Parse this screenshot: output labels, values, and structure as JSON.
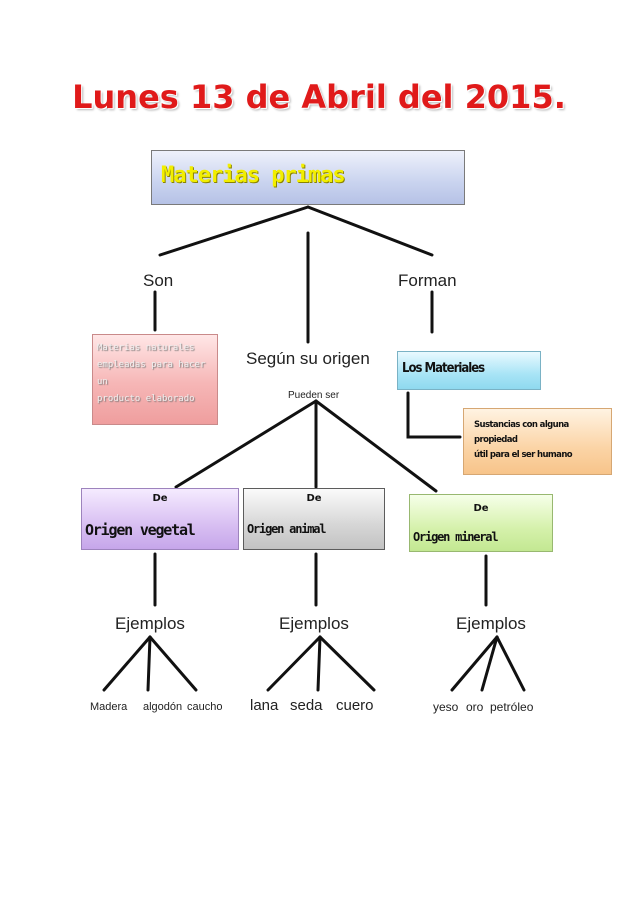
{
  "title": "Lunes 13 de Abril del 2015.",
  "main_box": {
    "text": "Materias primas"
  },
  "labels": {
    "son": "Son",
    "forman": "Forman",
    "segun": "Según su origen",
    "pueden": "Pueden ser",
    "ejemplos_veg": "Ejemplos",
    "ejemplos_ani": "Ejemplos",
    "ejemplos_min": "Ejemplos"
  },
  "natural_box": {
    "line1": "Materias naturales",
    "line2": "empleadas para hacer un",
    "line3": "producto elaborado"
  },
  "materiales_box": {
    "text": "Los Materiales"
  },
  "sustancias_box": {
    "line1": "Sustancias con alguna propiedad",
    "line2": "útil para el ser humano"
  },
  "vegetal_box": {
    "de": "De",
    "text": "Origen vegetal"
  },
  "animal_box": {
    "de": "De",
    "text": "Origen animal"
  },
  "mineral_box": {
    "de": "De",
    "text": "Origen mineral"
  },
  "examples": {
    "vegetal": [
      "Madera",
      "algodón",
      "caucho"
    ],
    "animal": [
      "lana",
      "seda",
      "cuero"
    ],
    "mineral": [
      "yeso",
      "oro",
      "petróleo"
    ]
  },
  "colors": {
    "title": "#e01a1a",
    "main_text": "#f2ee00",
    "line": "#111111"
  }
}
